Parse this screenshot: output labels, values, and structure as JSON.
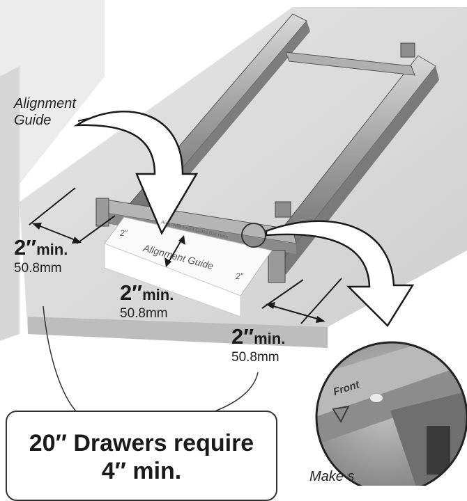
{
  "callouts": {
    "alignment_guide": [
      "Alignment",
      "Guide"
    ],
    "make_sure": "Make s"
  },
  "dimensions": [
    {
      "value": "2″",
      "unit": "min.",
      "metric": "50.8mm"
    },
    {
      "value": "2″",
      "unit": "min.",
      "metric": "50.8mm"
    },
    {
      "value": "2″",
      "unit": "min.",
      "metric": "50.8mm"
    }
  ],
  "template": {
    "title": "Alignment Guide",
    "small_text": "Align with Front Cross Bar Here",
    "edge_mark": "2″"
  },
  "detail": {
    "stamp": "Front"
  },
  "note": {
    "line1": "20″ Drawers require",
    "line2": "4″ min."
  },
  "colors": {
    "ink": "#1a1a1a",
    "cabinet": "#dcdcdc",
    "rail_metal": "#a9a9a9",
    "paper": "#ffffff"
  }
}
